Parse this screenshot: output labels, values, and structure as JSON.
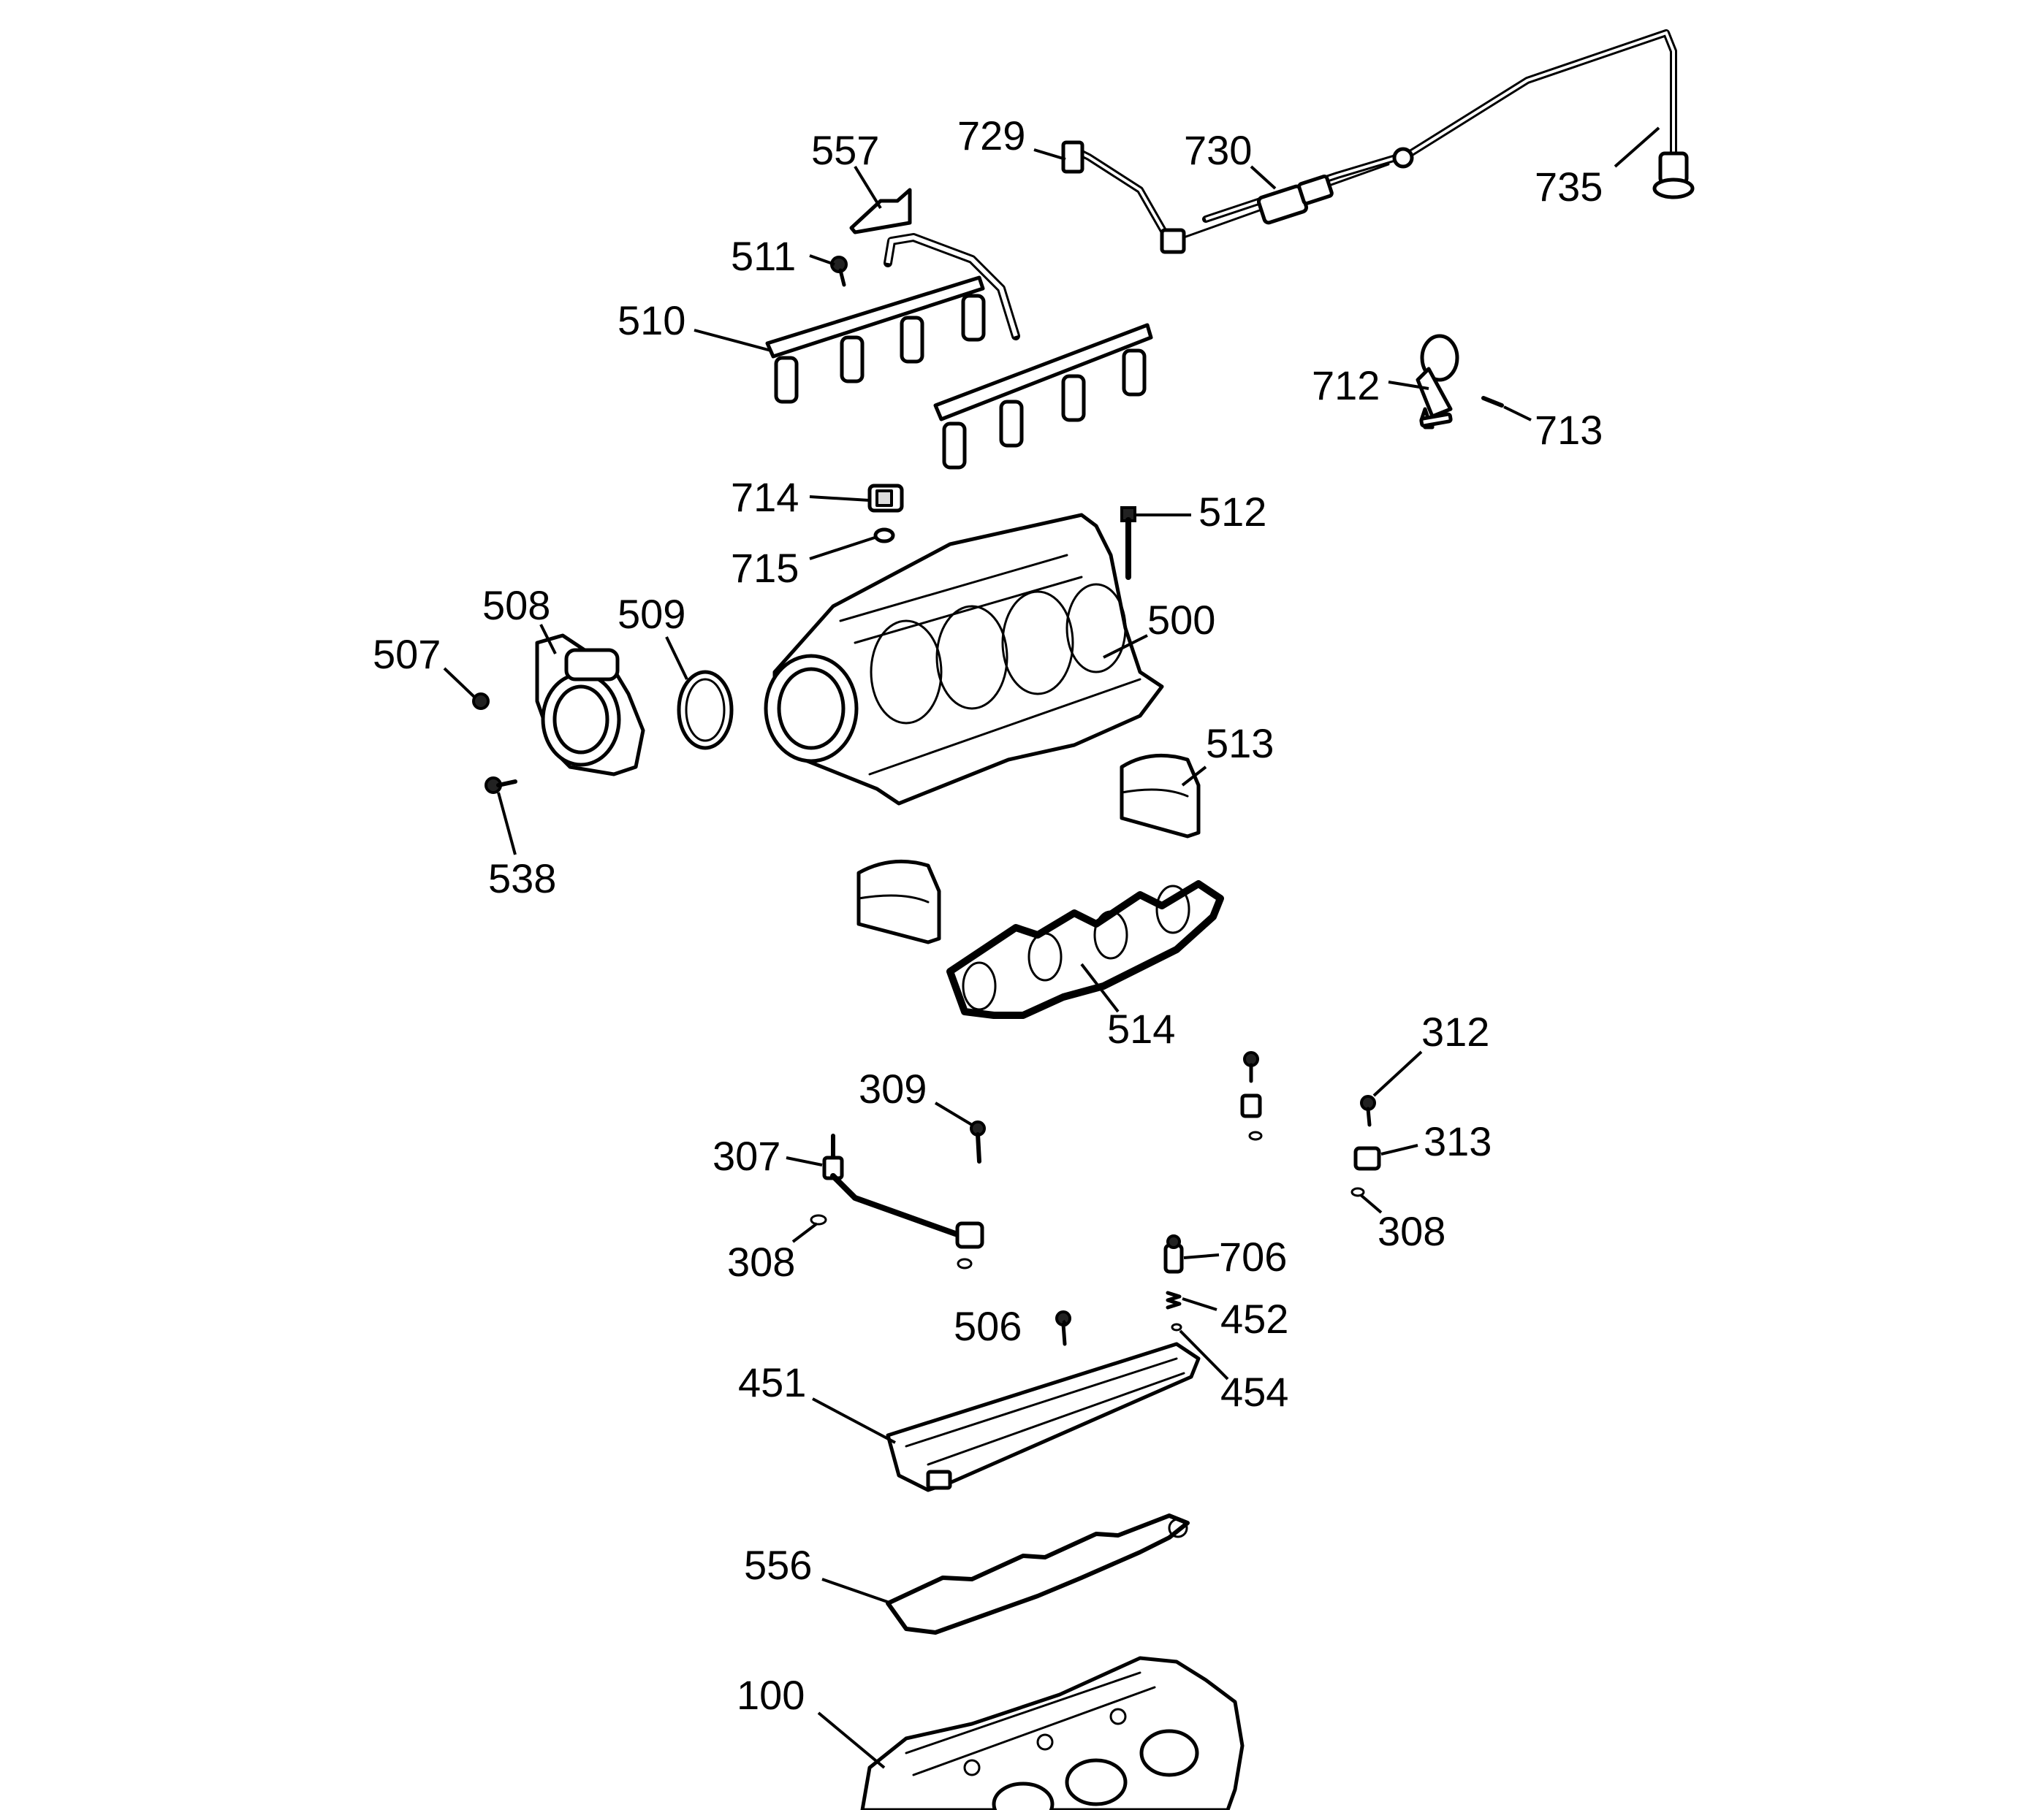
{
  "labels": {
    "l557": "557",
    "l729": "729",
    "l730": "730",
    "l735": "735",
    "l511": "511",
    "l510": "510",
    "l712": "712",
    "l713": "713",
    "l714": "714",
    "l512": "512",
    "l715": "715",
    "l508": "508",
    "l509": "509",
    "l500": "500",
    "l507": "507",
    "l513": "513",
    "l538": "538",
    "l514": "514",
    "l312": "312",
    "l309": "309",
    "l307": "307",
    "l313": "313",
    "l308a": "308",
    "l308b": "308",
    "l706": "706",
    "l452": "452",
    "l506": "506",
    "l454": "454",
    "l451": "451",
    "l556": "556",
    "l100": "100"
  }
}
